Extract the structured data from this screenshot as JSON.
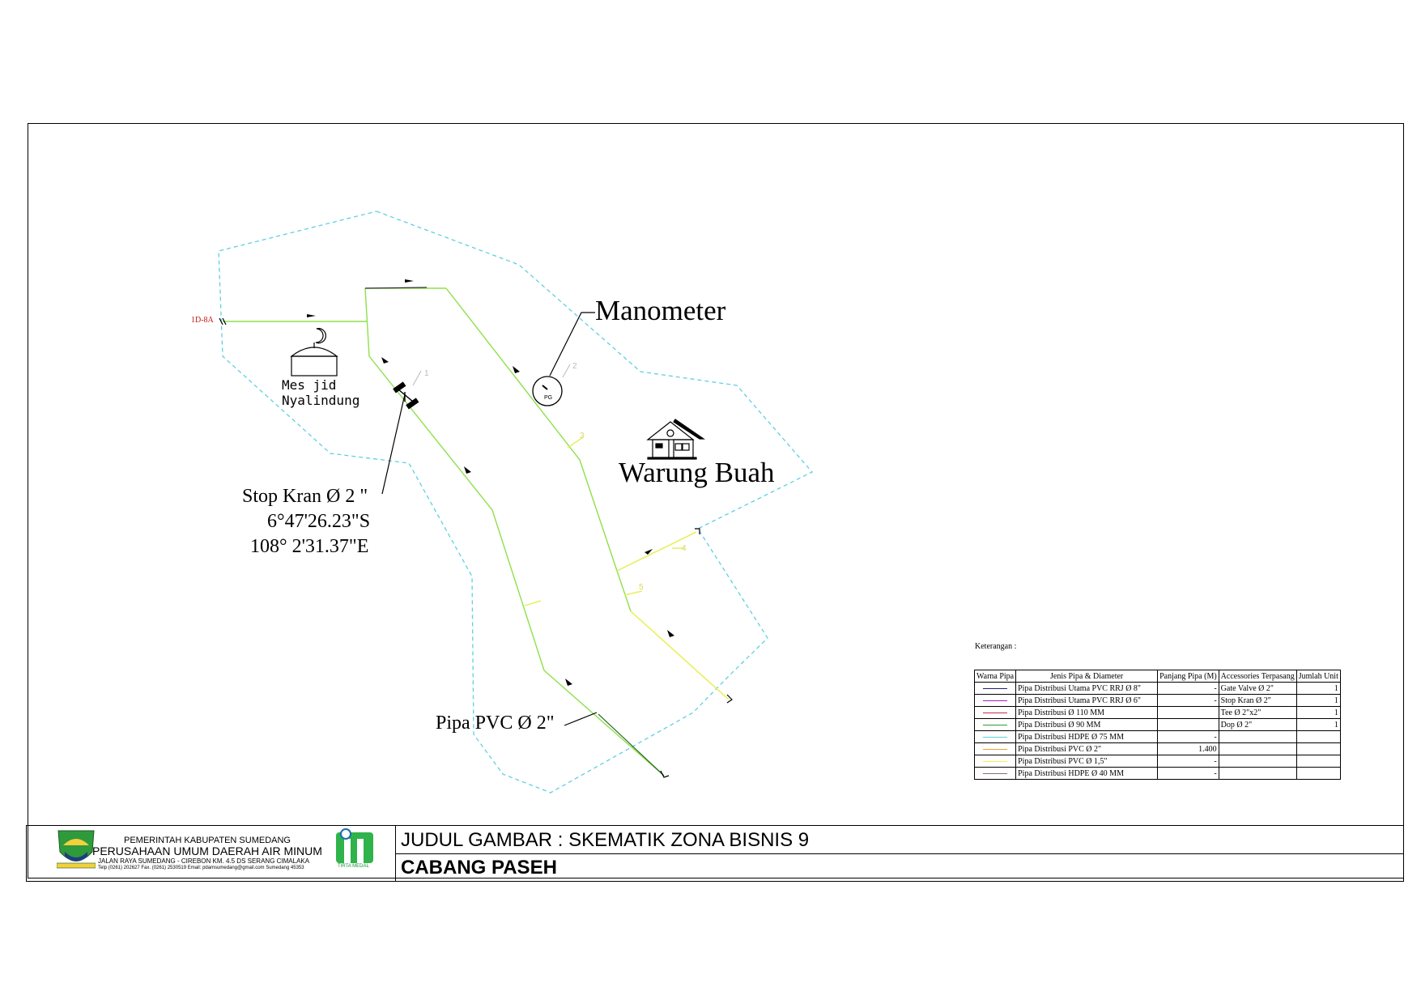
{
  "drawing": {
    "node_label": "1D-8A",
    "landmarks": {
      "mosque_line1": "Mes jid",
      "mosque_line2": "Nyalindung",
      "shop": "Warung Buah"
    },
    "callouts": {
      "manometer": "Manometer",
      "stop_kran": "Stop Kran Ø 2 \"",
      "lat": "6°47'26.23\"S",
      "lon": "108° 2'31.37\"E",
      "pipe": "Pipa PVC Ø 2\""
    },
    "manometer_symbol": "PG",
    "marker_numbers": [
      "1",
      "2",
      "3",
      "4",
      "5"
    ]
  },
  "legend": {
    "title": "Keterangan :",
    "headers": [
      "Warna Pipa",
      "Jenis Pipa & Diameter",
      "Panjang Pipa (M)",
      "Accessories Terpasang",
      "Jumlah Unit"
    ],
    "rows": [
      {
        "color": "#1f1f6b",
        "type": "Pipa Distribusi Utama PVC RRJ Ø 8\"",
        "length": "-",
        "accessory": "Gate Valve Ø 2\"",
        "qty": "1"
      },
      {
        "color": "#a020c0",
        "type": "Pipa Distribusi Utama PVC RRJ Ø 6\"",
        "length": "-",
        "accessory": "Stop Kran Ø 2\"",
        "qty": "1"
      },
      {
        "color": "#c0304a",
        "type": "Pipa Distribusi Ø 110 MM",
        "length": "",
        "accessory": "Tee Ø 2\"x2\"",
        "qty": "1"
      },
      {
        "color": "#2e9a3a",
        "type": "Pipa Distribusi Ø 90 MM",
        "length": "",
        "accessory": "Dop Ø 2\"",
        "qty": "1"
      },
      {
        "color": "#5fd0e0",
        "type": "Pipa Distribusi HDPE Ø 75 MM",
        "length": "-",
        "accessory": "",
        "qty": ""
      },
      {
        "color": "#f0a030",
        "type": "Pipa Distribusi PVC Ø 2\"",
        "length": "1.400",
        "accessory": "",
        "qty": ""
      },
      {
        "color": "#f2f050",
        "type": "Pipa Distribusi PVC Ø 1,5\"",
        "length": "-",
        "accessory": "",
        "qty": ""
      },
      {
        "color": "#8a7070",
        "type": "Pipa Distribusi HDPE Ø 40 MM",
        "length": "-",
        "accessory": "",
        "qty": ""
      }
    ]
  },
  "title_block": {
    "org_line1": "PEMERINTAH KABUPATEN SUMEDANG",
    "org_line2": "PERUSAHAAN UMUM DAERAH AIR MINUM",
    "org_line3": "JALAN RAYA SUMEDANG - CIREBON KM. 4.5 DS SERANG CIMALAKA",
    "org_line4": "Telp (0261) 202627 Fax. (0261) 2530519 Email: pdamsumedang@gmail.com Sumedang 45353",
    "brand": "TIRTA MEDAL",
    "title": "JUDUL GAMBAR : SKEMATIK ZONA BISNIS 9",
    "subtitle": "CABANG PASEH"
  },
  "colors": {
    "zone_boundary": "#5fd0e0",
    "pipe_green": "#8ee04a",
    "pipe_yellow": "#e8f060",
    "node_label": "#c01818"
  }
}
